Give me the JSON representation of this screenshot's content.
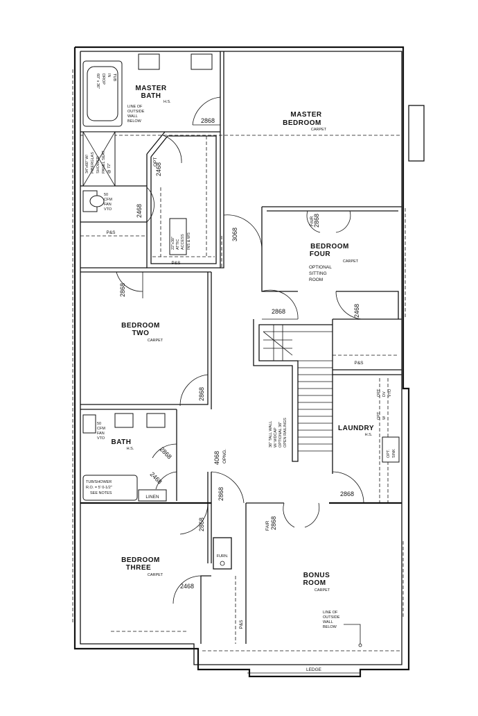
{
  "rooms": {
    "master_bath": {
      "line1": "MASTER",
      "line2": "BATH",
      "note": "H.S."
    },
    "master_bedroom": {
      "line1": "MASTER",
      "line2": "BEDROOM",
      "floor": "CARPET"
    },
    "bedroom_four": {
      "line1": "BEDROOM",
      "line2": "FOUR",
      "floor": "CARPET",
      "note1": "OPTIONAL",
      "note2": "SITTING",
      "note3": "ROOM"
    },
    "bedroom_two": {
      "line1": "BEDROOM",
      "line2": "TWO",
      "floor": "CARPET"
    },
    "bath": {
      "line1": "BATH",
      "note": "H.S."
    },
    "laundry": {
      "line1": "LAUNDRY",
      "note": "H.S."
    },
    "bedroom_three": {
      "line1": "BEDROOM",
      "line2": "THREE",
      "floor": "CARPET"
    },
    "bonus_room": {
      "line1": "BONUS",
      "line2": "ROOM",
      "floor": "CARPET"
    }
  },
  "notes": {
    "outside_wall_1": [
      "LINE OF",
      "OUTSIDE",
      "WALL",
      "BELOW"
    ],
    "outside_wall_2": [
      "LINE OF",
      "OUTSIDE",
      "WALL",
      "BELOW"
    ],
    "tub": [
      "60\" x 36\"",
      "DROP",
      "IN",
      "TUB"
    ],
    "shower": [
      "34\"x60\" W/",
      "FIBERGLAS",
      "SHOWER",
      "PANEL SEAT",
      "@ 72\""
    ],
    "fan_master": [
      "50",
      "CFM",
      "FAN",
      "VTO"
    ],
    "fan_bath": [
      "50",
      "CFM",
      "FAN",
      "VTO"
    ],
    "attic": [
      "22\"x30\"",
      "ATTIC",
      "ACCESS",
      "INS & WS"
    ],
    "railing": [
      "36\" TALL WALL",
      "W/ WDCAP",
      "OPTIONAL 36\"",
      "OPEN RAILINGS"
    ],
    "tub_shower": [
      "TUB/SHOWER",
      "R.O. = 5' 0-1/2\"",
      "SEE NOTES"
    ],
    "dryer_vent": [
      "OPT.",
      "DV",
      "VTO"
    ],
    "opt_sink": [
      "OPT.",
      "SINK"
    ],
    "opt_w": [
      "OPT.",
      "W"
    ]
  },
  "labels": {
    "ps": "P&S",
    "linen": "LINEN",
    "furn": "FURN.",
    "ledge": "LEDGE",
    "opng": "OPNG.",
    "opt": "OPT",
    "fair": "FAIR"
  },
  "dimensions": {
    "d_2868_a": "2868",
    "d_2468_a": "2468",
    "d_2468_b": "2468",
    "d_3068": "3068",
    "d_2868_b": "2868",
    "d_2868_c": "2868",
    "d_2468_c": "2468",
    "d_2868_d": "2868",
    "d_2868_e": "2868",
    "d_2868_f": "2868",
    "d_2468_d": "2468",
    "d_4068": "4068",
    "d_2868_g": "2868",
    "d_2868_h": "2868",
    "d_2468_e": "2468",
    "d_2868_i": "2868",
    "d_2468_f": "2468",
    "d_2868_j": "2868"
  }
}
